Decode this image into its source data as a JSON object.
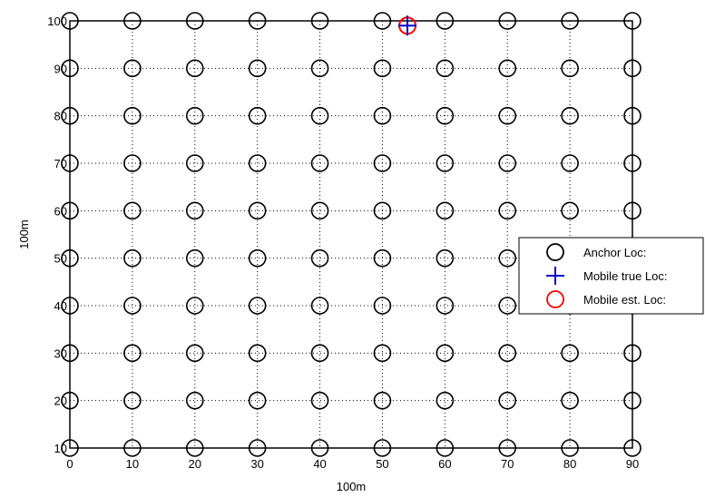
{
  "chart_data": {
    "type": "scatter",
    "title": "",
    "xlabel": "100m",
    "ylabel": "100m",
    "xlim": [
      0,
      90
    ],
    "ylim": [
      10,
      100
    ],
    "xticks": [
      0,
      10,
      20,
      30,
      40,
      50,
      60,
      70,
      80,
      90
    ],
    "yticks": [
      10,
      20,
      30,
      40,
      50,
      60,
      70,
      80,
      90,
      100
    ],
    "grid": true,
    "legend_placement": "right",
    "legend": [
      {
        "label": "Anchor Loc:",
        "marker": "circle",
        "color": "#000000"
      },
      {
        "label": "Mobile true Loc:",
        "marker": "plus",
        "color": "#0000cc"
      },
      {
        "label": "Mobile est. Loc:",
        "marker": "circle",
        "color": "#ff0000"
      }
    ],
    "series": [
      {
        "name": "Anchor Loc:",
        "marker": "circle",
        "color": "#000000",
        "grid_x": [
          0,
          10,
          20,
          30,
          40,
          50,
          60,
          70,
          80,
          90
        ],
        "grid_y": [
          10,
          20,
          30,
          40,
          50,
          60,
          70,
          80,
          90,
          100
        ]
      },
      {
        "name": "Mobile true Loc:",
        "marker": "plus",
        "color": "#0000cc",
        "points": [
          [
            54,
            99
          ]
        ]
      },
      {
        "name": "Mobile est. Loc:",
        "marker": "circle",
        "color": "#ff0000",
        "points": [
          [
            54,
            99
          ]
        ]
      }
    ]
  }
}
